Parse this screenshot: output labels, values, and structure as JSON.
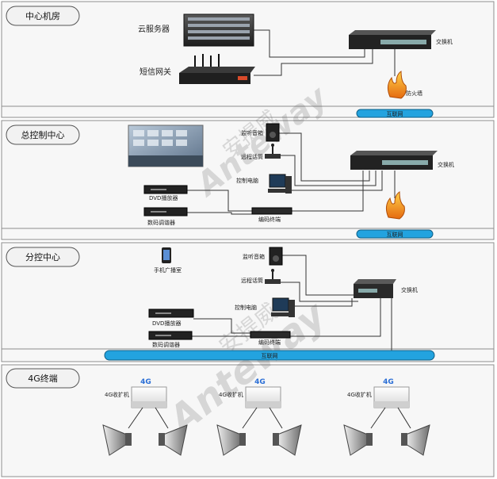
{
  "zones": {
    "center": "中心机房",
    "control": "总控制中心",
    "branch": "分控中心",
    "terminal": "4G终端"
  },
  "center": {
    "cloud_server": "云服务器",
    "sms_gateway": "短信网关",
    "switch": "交换机",
    "firewall": "防火墙",
    "internet": "互联网"
  },
  "control": {
    "monitor_speaker": "监听音箱",
    "remote_mic": "远程话筒",
    "control_pc": "控制电脑",
    "dvd_player": "DVD播放器",
    "digital_tuner": "数码调谐器",
    "encoder": "编码终端",
    "switch": "交换机",
    "internet": "互联网"
  },
  "branch": {
    "mobile_broadcast": "手机广播室",
    "monitor_speaker": "监听音箱",
    "remote_mic": "远程话筒",
    "control_pc": "控制电脑",
    "dvd_player": "DVD播放器",
    "digital_tuner": "数码调谐器",
    "encoder": "编码终端",
    "switch": "交换机",
    "internet": "互联网"
  },
  "terminal": {
    "badge": "4G",
    "units": [
      {
        "label": "4G收扩机"
      },
      {
        "label": "4G收扩机"
      },
      {
        "label": "4G收扩机"
      }
    ]
  },
  "watermark": {
    "cn": "安提威",
    "en": "Anteway"
  },
  "colors": {
    "zone_bg": "#f7f7f7",
    "zone_border": "#8c8c8c",
    "internet_bar": "#23a3df",
    "line": "#333333",
    "device_dark": "#2b2b2b",
    "flame": "#f08a1c"
  }
}
